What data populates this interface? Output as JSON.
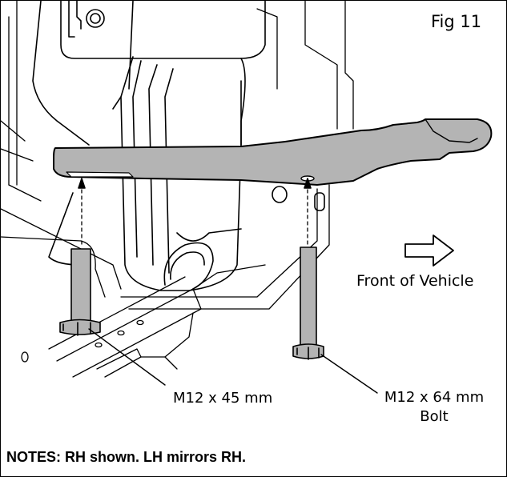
{
  "figure_label": "Fig 11",
  "direction_label": "Front of Vehicle",
  "bolt_left": {
    "size": "M12 x 45 mm"
  },
  "bolt_right": {
    "size": "M12 x 64 mm",
    "type": "Bolt"
  },
  "notes": "NOTES: RH shown.  LH mirrors RH.",
  "icons": [
    "arrow-right-outline-icon"
  ],
  "colors": {
    "bracket_fill": "#b4b4b4",
    "line": "#000000",
    "background": "#ffffff"
  }
}
